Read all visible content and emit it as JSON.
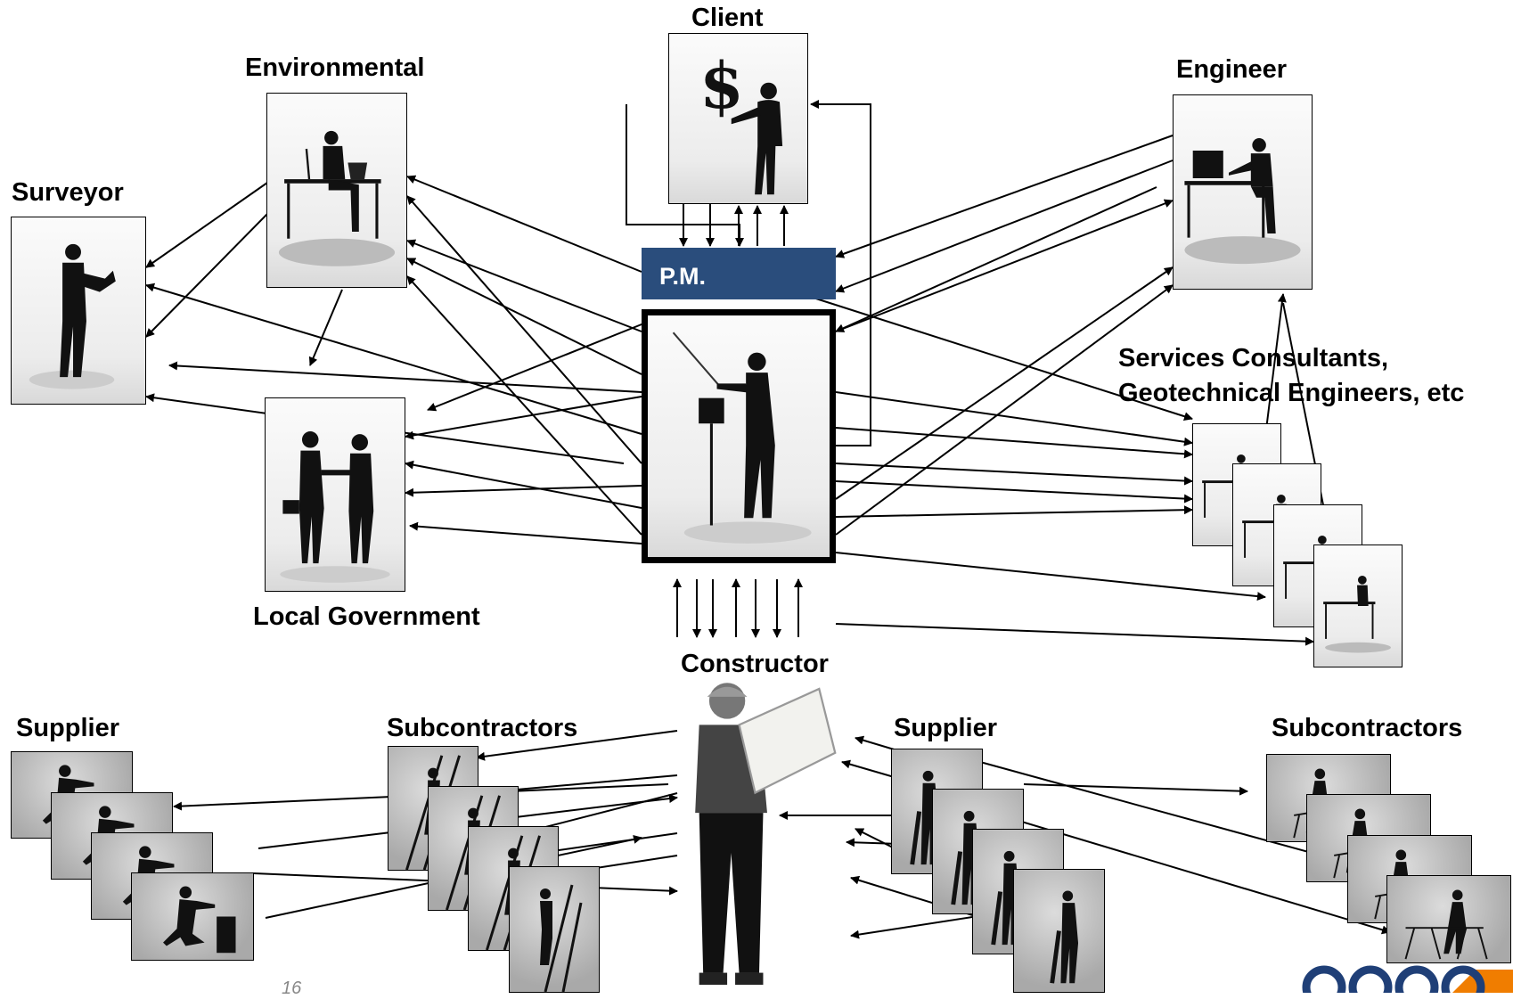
{
  "labels": {
    "client": "Client",
    "environmental": "Environmental",
    "engineer": "Engineer",
    "surveyor": "Surveyor",
    "services": "Services Consultants,",
    "services2": "Geotechnical Engineers, etc",
    "local_government": "Local Government",
    "constructor": "Constructor",
    "supplier_left": "Supplier",
    "subcontractors_left": "Subcontractors",
    "supplier_right": "Supplier",
    "subcontractors_right": "Subcontractors"
  },
  "pm_label": "P.M.",
  "page_number": "16",
  "colors": {
    "pm": "#2a4d7c",
    "logo_blue": "#1f3f77",
    "logo_orange": "#f07d00"
  },
  "icons": {
    "client": "client-with-dollar-sign-icon",
    "environmental": "person-at-desk-icon",
    "engineer": "person-at-computer-icon",
    "surveyor": "surveyor-reading-icon",
    "local_government": "handshake-icon",
    "project_manager": "conductor-icon",
    "constructor": "constructor-reading-plans-icon",
    "supplier_left": "worker-kneeling-icon",
    "subcontractors_left": "worker-on-ladder-icon",
    "supplier_right": "worker-with-jackhammer-icon",
    "subcontractors_right": "worker-at-sawhorse-icon"
  }
}
